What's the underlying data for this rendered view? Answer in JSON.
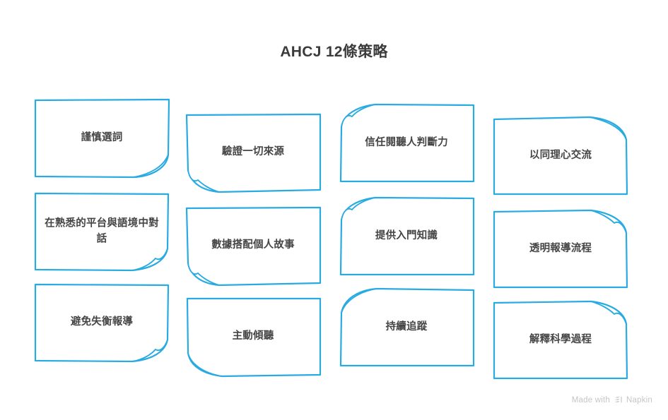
{
  "title": "AHCJ 12條策略",
  "accent_color": "#29ABE2",
  "text_color": "#454545",
  "background_color": "#ffffff",
  "cards": [
    {
      "label": "謹慎選詞",
      "corner": "bottom-right-sweep"
    },
    {
      "label": "驗證一切來源",
      "corner": "bottom-left-peel"
    },
    {
      "label": "信任閱聽人判斷力",
      "corner": "top-left-peel"
    },
    {
      "label": "以同理心交流",
      "corner": "top-right-sweep"
    },
    {
      "label": "在熟悉的平台與語境中對話",
      "corner": "bottom-right-peel"
    },
    {
      "label": "數據搭配個人故事",
      "corner": "bottom-left-peel"
    },
    {
      "label": "提供入門知識",
      "corner": "top-left-peel"
    },
    {
      "label": "透明報導流程",
      "corner": "top-right-peel"
    },
    {
      "label": "避免失衡報導",
      "corner": "bottom-right-peel"
    },
    {
      "label": "主動傾聽",
      "corner": "bottom-left-sweep"
    },
    {
      "label": "持續追蹤",
      "corner": "top-left-sweep"
    },
    {
      "label": "解釋科學過程",
      "corner": "top-right-peel"
    }
  ],
  "footer": {
    "made_with": "Made with",
    "brand": "Napkin",
    "logo_icon": "napkin-chevron-logo"
  }
}
